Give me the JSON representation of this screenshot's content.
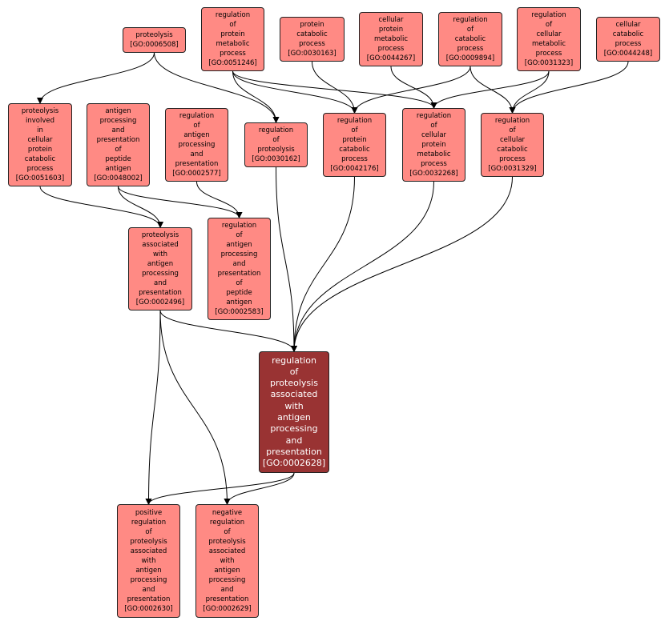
{
  "colors": {
    "node": "#ff8a84",
    "main_node": "#993333",
    "edge": "#000000"
  },
  "nodes": [
    {
      "key": "n6508",
      "label": "proteolysis",
      "id": "[GO:0006508]"
    },
    {
      "key": "n51246",
      "label": "regulation of protein metabolic process",
      "id": "[GO:0051246]"
    },
    {
      "key": "n30163",
      "label": "protein catabolic process",
      "id": "[GO:0030163]"
    },
    {
      "key": "n44267",
      "label": "cellular protein metabolic process",
      "id": "[GO:0044267]"
    },
    {
      "key": "n9894",
      "label": "regulation of catabolic process",
      "id": "[GO:0009894]"
    },
    {
      "key": "n31323",
      "label": "regulation of cellular metabolic process",
      "id": "[GO:0031323]"
    },
    {
      "key": "n44248",
      "label": "cellular catabolic process",
      "id": "[GO:0044248]"
    },
    {
      "key": "n51603",
      "label": "proteolysis involved in cellular protein catabolic process",
      "id": "[GO:0051603]"
    },
    {
      "key": "n48002",
      "label": "antigen processing and presentation of peptide antigen",
      "id": "[GO:0048002]"
    },
    {
      "key": "n2577",
      "label": "regulation of antigen processing and presentation",
      "id": "[GO:0002577]"
    },
    {
      "key": "n30162",
      "label": "regulation of proteolysis",
      "id": "[GO:0030162]"
    },
    {
      "key": "n42176",
      "label": "regulation of protein catabolic process",
      "id": "[GO:0042176]"
    },
    {
      "key": "n32268",
      "label": "regulation of cellular protein metabolic process",
      "id": "[GO:0032268]"
    },
    {
      "key": "n31329",
      "label": "regulation of cellular catabolic process",
      "id": "[GO:0031329]"
    },
    {
      "key": "n2496",
      "label": "proteolysis associated with antigen processing and presentation",
      "id": "[GO:0002496]"
    },
    {
      "key": "n2583",
      "label": "regulation of antigen processing and presentation of peptide antigen",
      "id": "[GO:0002583]"
    },
    {
      "key": "n2628",
      "label": "regulation of proteolysis associated with antigen processing and presentation",
      "id": "[GO:0002628]",
      "main": true
    },
    {
      "key": "n2630",
      "label": "positive regulation of proteolysis associated with antigen processing and presentation",
      "id": "[GO:0002630]"
    },
    {
      "key": "n2629",
      "label": "negative regulation of proteolysis associated with antigen processing and presentation",
      "id": "[GO:0002629]"
    }
  ],
  "edges": [
    [
      "n6508",
      "n51603"
    ],
    [
      "n6508",
      "n30162"
    ],
    [
      "n51246",
      "n30162"
    ],
    [
      "n51246",
      "n42176"
    ],
    [
      "n51246",
      "n32268"
    ],
    [
      "n30163",
      "n42176"
    ],
    [
      "n44267",
      "n32268"
    ],
    [
      "n9894",
      "n42176"
    ],
    [
      "n9894",
      "n31329"
    ],
    [
      "n31323",
      "n32268"
    ],
    [
      "n31323",
      "n31329"
    ],
    [
      "n44248",
      "n31329"
    ],
    [
      "n51603",
      "n2496"
    ],
    [
      "n48002",
      "n2496"
    ],
    [
      "n48002",
      "n2583"
    ],
    [
      "n2577",
      "n2583"
    ],
    [
      "n30162",
      "n2628"
    ],
    [
      "n42176",
      "n2628"
    ],
    [
      "n32268",
      "n2628"
    ],
    [
      "n31329",
      "n2628"
    ],
    [
      "n2496",
      "n2628"
    ],
    [
      "n2496",
      "n2630"
    ],
    [
      "n2496",
      "n2629"
    ],
    [
      "n2628",
      "n2630"
    ],
    [
      "n2628",
      "n2629"
    ]
  ]
}
